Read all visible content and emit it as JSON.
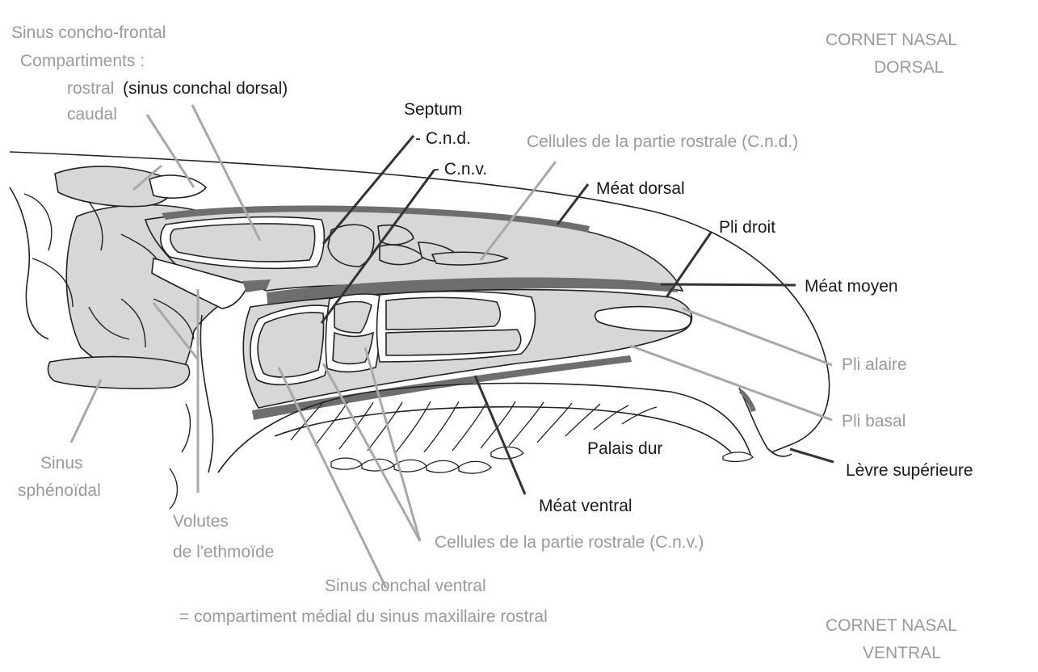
{
  "diagram": {
    "section_labels": {
      "dorsal_line1": "CORNET NASAL",
      "dorsal_line2": "DORSAL",
      "ventral_line1": "CORNET NASAL",
      "ventral_line2": "VENTRAL"
    },
    "labels": {
      "sinus_concho_frontal": "Sinus concho-frontal",
      "compartiments": "Compartiments :",
      "rostral": "rostral",
      "sinus_conchal_dorsal": "(sinus conchal dorsal)",
      "caudal": "caudal",
      "septum": "Septum",
      "cnd": "- C.n.d.",
      "cnv": "- C.n.v.",
      "cellules_cnd": "Cellules de la partie rostrale (C.n.d.)",
      "meat_dorsal": "Méat dorsal",
      "pli_droit": "Pli droit",
      "meat_moyen": "Méat moyen",
      "pli_alaire": "Pli alaire",
      "pli_basal": "Pli basal",
      "levre_superieure": "Lèvre supérieure",
      "palais_dur": "Palais dur",
      "meat_ventral": "Méat ventral",
      "cellules_cnv": "Cellules de la partie rostrale (C.n.v.)",
      "sinus_conchal_ventral_line1": "Sinus conchal ventral",
      "sinus_conchal_ventral_line2": "= compartiment médial du sinus maxillaire rostral",
      "volutes_line1": "Volutes",
      "volutes_line2": "de l'ethmoïde",
      "sinus_sphenoidal_line1": "Sinus",
      "sinus_sphenoidal_line2": "sphénoïdal"
    },
    "colors": {
      "dark_label": "#1a1a1a",
      "grey_label": "#9a9a9a",
      "fill": "#d7d7d7",
      "mucosa": "#6e6e6e"
    }
  }
}
